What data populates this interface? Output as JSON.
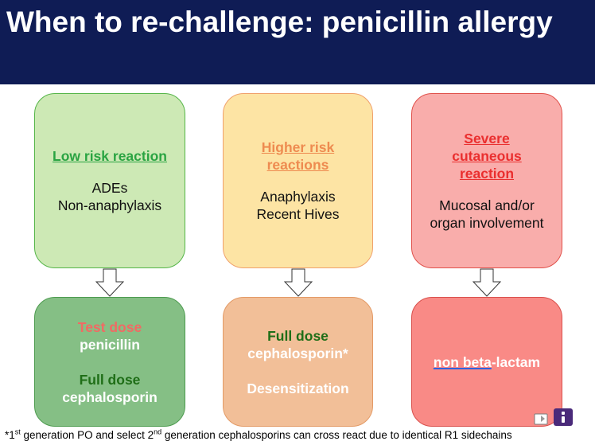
{
  "slide": {
    "title": "When to re-challenge: penicillin allergy"
  },
  "top_row": [
    {
      "heading": "Low risk reaction",
      "lines": [
        "ADEs",
        "Non-anaphylaxis"
      ]
    },
    {
      "heading_lines": [
        "Higher risk",
        "reactions"
      ],
      "lines": [
        "Anaphylaxis",
        "Recent Hives"
      ]
    },
    {
      "heading_lines": [
        "Severe",
        "cutaneous",
        "reaction"
      ],
      "lines": [
        "Mucosal and/or",
        "organ involvement"
      ]
    }
  ],
  "bottom_row": [
    {
      "lines": [
        "Test dose",
        "penicillin",
        "Full dose",
        "cephalosporin"
      ]
    },
    {
      "lines": [
        "Full dose",
        "cephalosporin*",
        "Desensitization"
      ]
    },
    {
      "underlined": "non beta",
      "rest": "-lactam"
    }
  ],
  "footnote": {
    "part1": "*1",
    "sup1": "st",
    "part2": " generation PO and select 2",
    "sup2": "nd",
    "part3": " generation cephalosporins can cross react due to identical R1 sidechains"
  },
  "colors": {
    "title_bg": "#0f1c55",
    "low_risk": "#2aa442",
    "higher_risk": "#ee8b50",
    "severe": "#ea2f2f"
  },
  "icons": [
    "down-arrow-icon",
    "speaker-notes-icon"
  ]
}
